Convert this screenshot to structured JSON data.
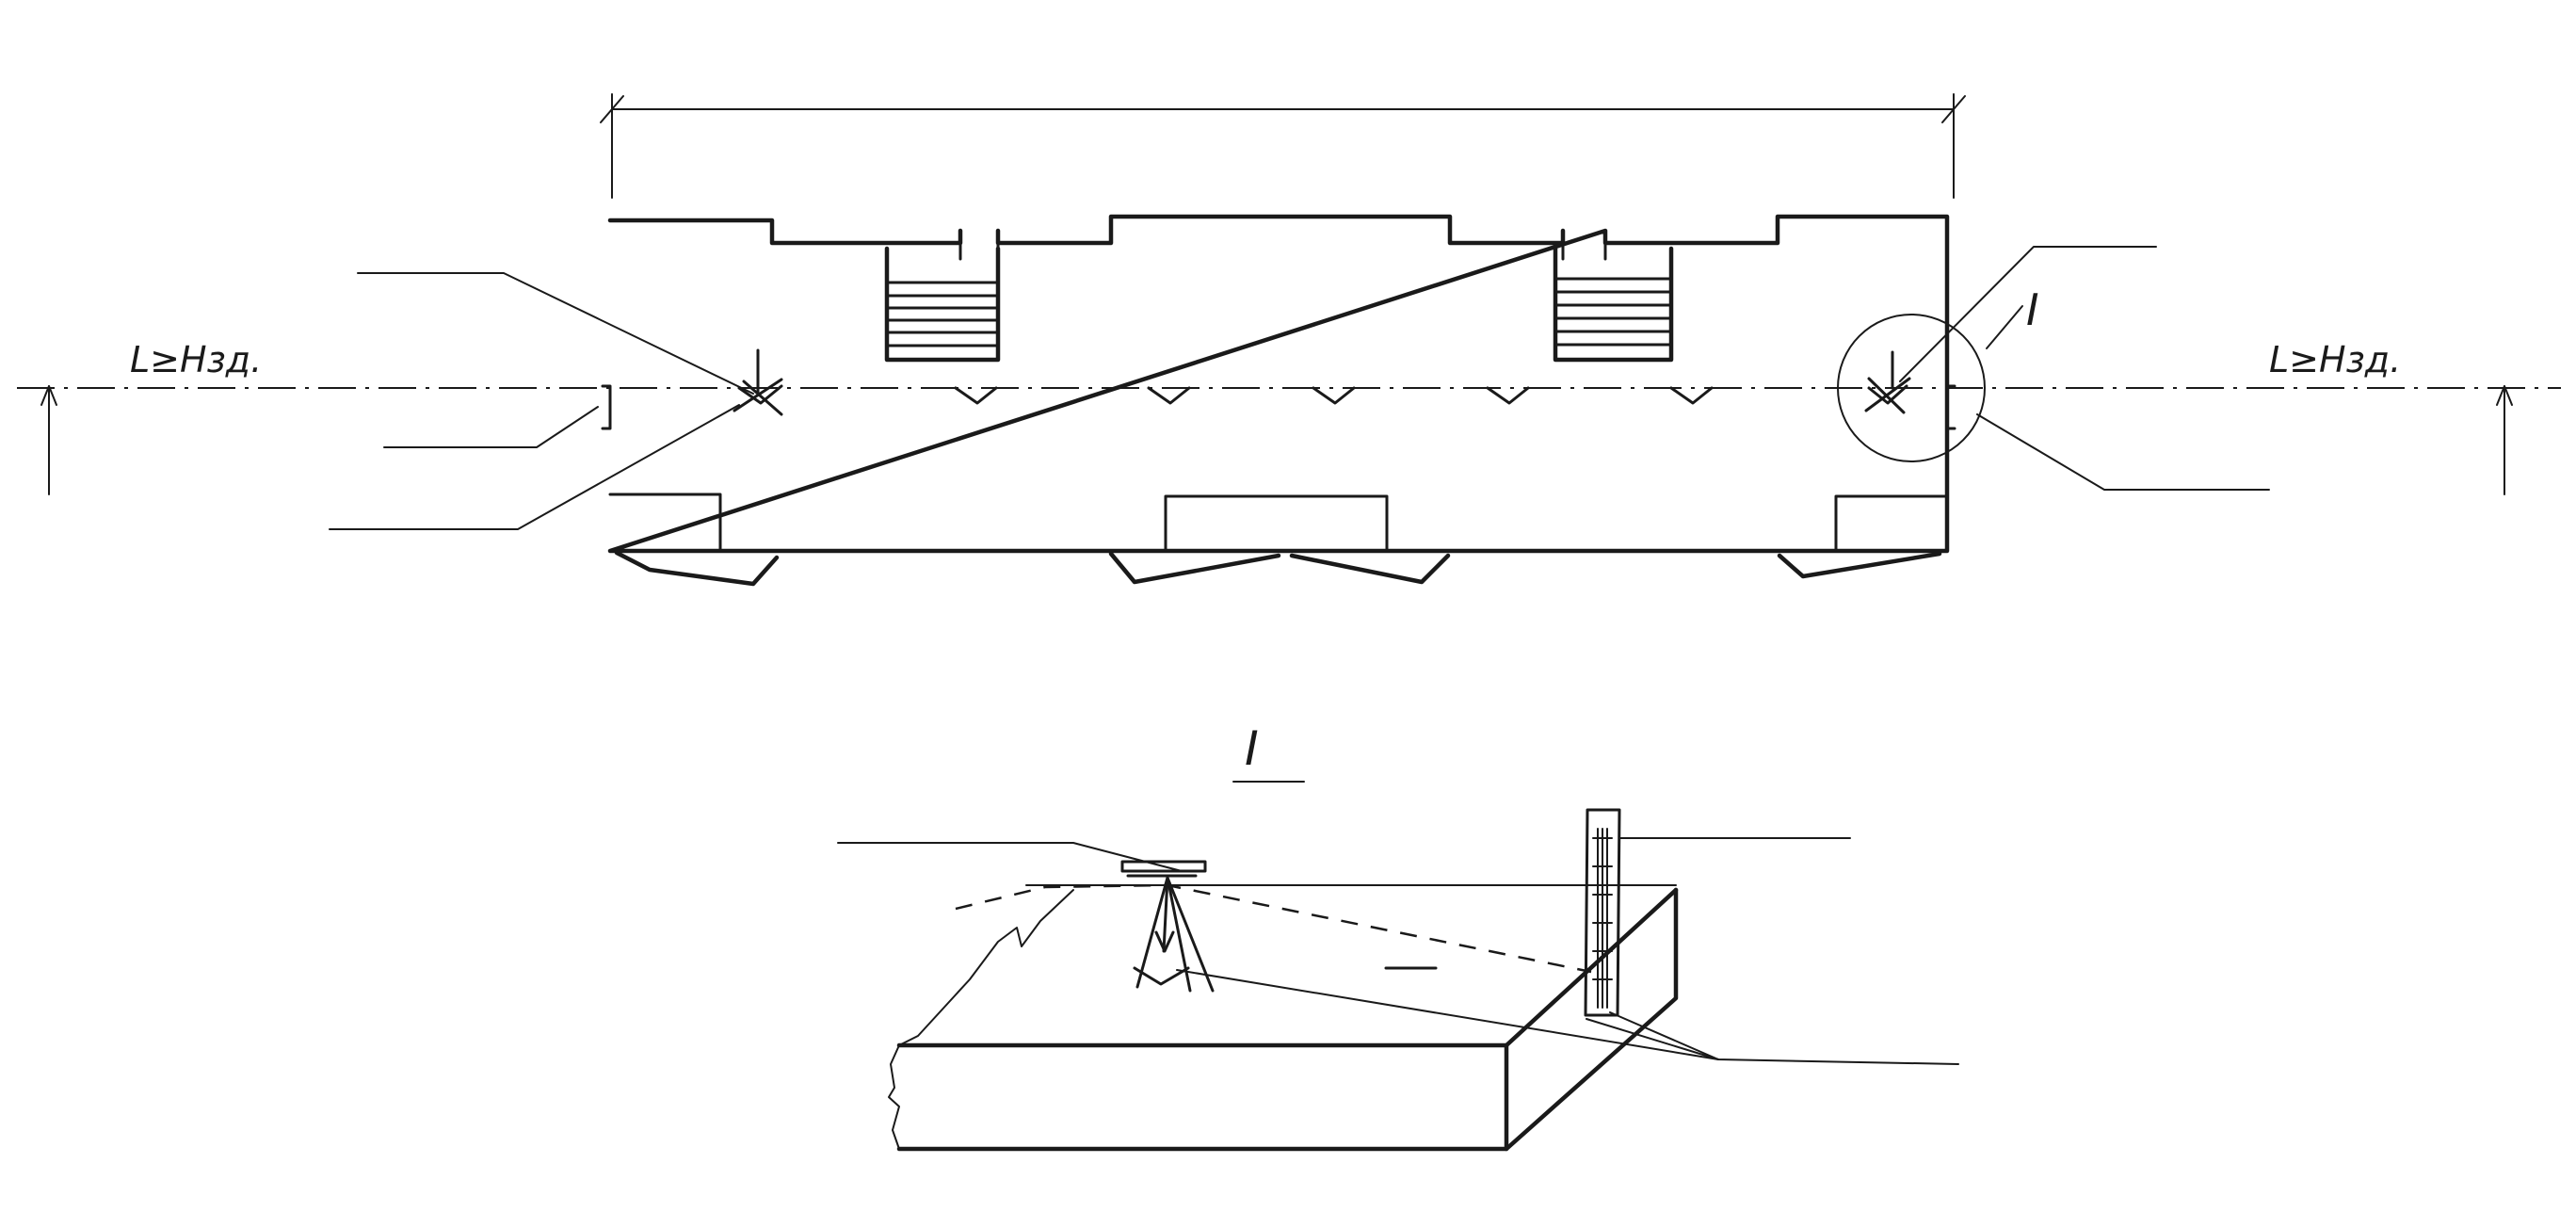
{
  "plan": {
    "clearance_left": "L≥Hзд.",
    "clearance_right": "L≥Hзд.",
    "detail_marker": "I"
  },
  "detail": {
    "title": "I"
  }
}
